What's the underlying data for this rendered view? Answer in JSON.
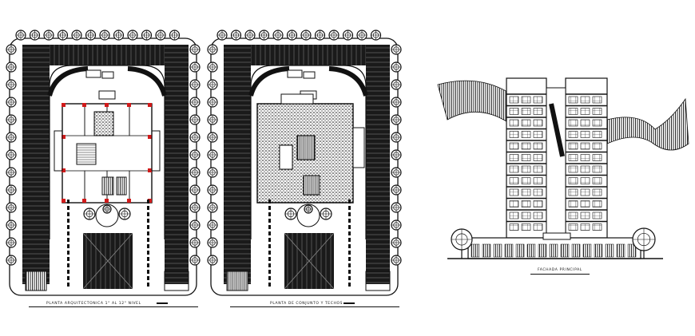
{
  "drawing": {
    "background": "#ffffff",
    "ink": "#111111",
    "accent": "#d11a1a",
    "sheets": [
      {
        "id": "plan-levels",
        "caption": "PLANTA ARQUITECTONICA 1° AL 12° NIVEL"
      },
      {
        "id": "plan-roofs",
        "caption": "PLANTA DE CONJUNTO Y TECHOS"
      },
      {
        "id": "facade",
        "caption": "FACHADA PRINCIPAL"
      }
    ]
  }
}
